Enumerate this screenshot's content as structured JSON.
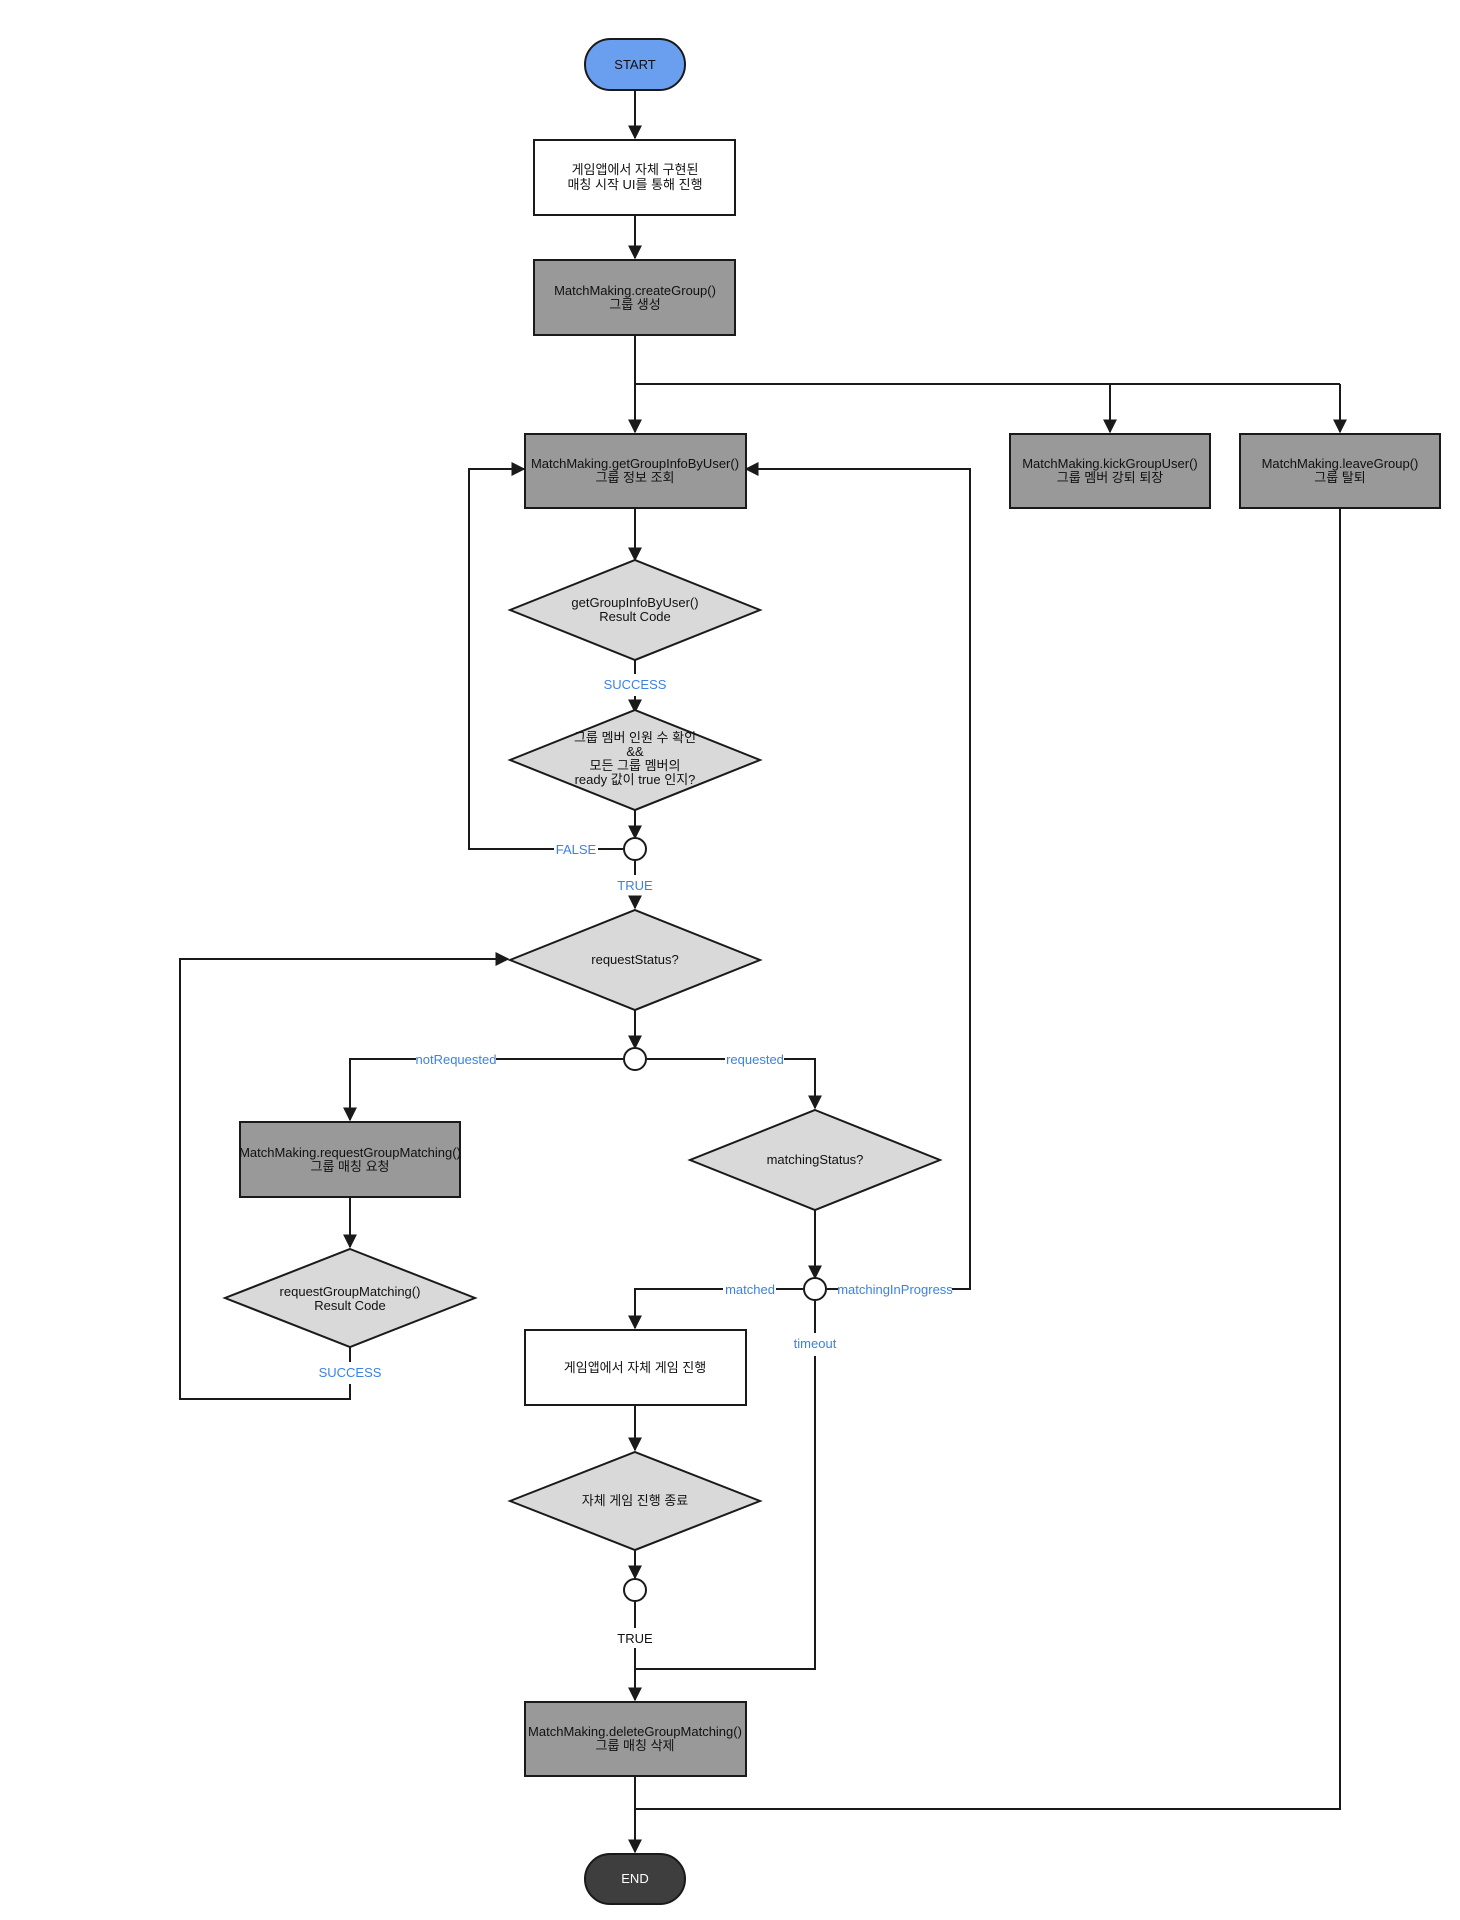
{
  "colors": {
    "start_fill": "#6a9eef",
    "end_fill": "#3e3e3e",
    "process_fill": "#999999",
    "decision_fill": "#d9d9d9",
    "ui_box_fill": "#ffffff",
    "stroke": "#1a1a1a",
    "edge_label": "#3b82e6"
  },
  "nodes": {
    "start": "START",
    "ui_start": [
      "게임앱에서 자체 구현된",
      "매칭 시작 UI를 통해 진행"
    ],
    "create_group": [
      "MatchMaking.createGroup()",
      "그룹 생성"
    ],
    "get_group_info": [
      "MatchMaking.getGroupInfoByUser()",
      "그룹 정보 조회"
    ],
    "kick_group_user": [
      "MatchMaking.kickGroupUser()",
      "그룹 멤버 강퇴 퇴장"
    ],
    "leave_group": [
      "MatchMaking.leaveGroup()",
      "그룹 탈퇴"
    ],
    "dec_group_info_result": [
      "getGroupInfoByUser()",
      "Result Code"
    ],
    "dec_ready_check": [
      "그룹 멤버 인원 수 확인",
      "&&",
      "모든 그룹 멤버의",
      "ready 값이 true 인지?"
    ],
    "dec_request_status": [
      "requestStatus?"
    ],
    "request_group_matching": [
      "MatchMaking.requestGroupMatching()",
      "그룹 매칭 요청"
    ],
    "dec_request_result": [
      "requestGroupMatching()",
      "Result Code"
    ],
    "dec_matching_status": [
      "matchingStatus?"
    ],
    "in_game": [
      "게임앱에서 자체 게임 진행"
    ],
    "dec_game_end": [
      "자체 게임 진행 종료"
    ],
    "delete_group_matching": [
      "MatchMaking.deleteGroupMatching()",
      "그룹 매칭 삭제"
    ],
    "end": "END"
  },
  "edge_labels": {
    "success_1": "SUCCESS",
    "false": "FALSE",
    "true_1": "TRUE",
    "not_requested": "notRequested",
    "requested": "requested",
    "success_2": "SUCCESS",
    "matched": "matched",
    "matching_in_progress": "matchingInProgress",
    "timeout": "timeout",
    "true_2": "TRUE"
  }
}
